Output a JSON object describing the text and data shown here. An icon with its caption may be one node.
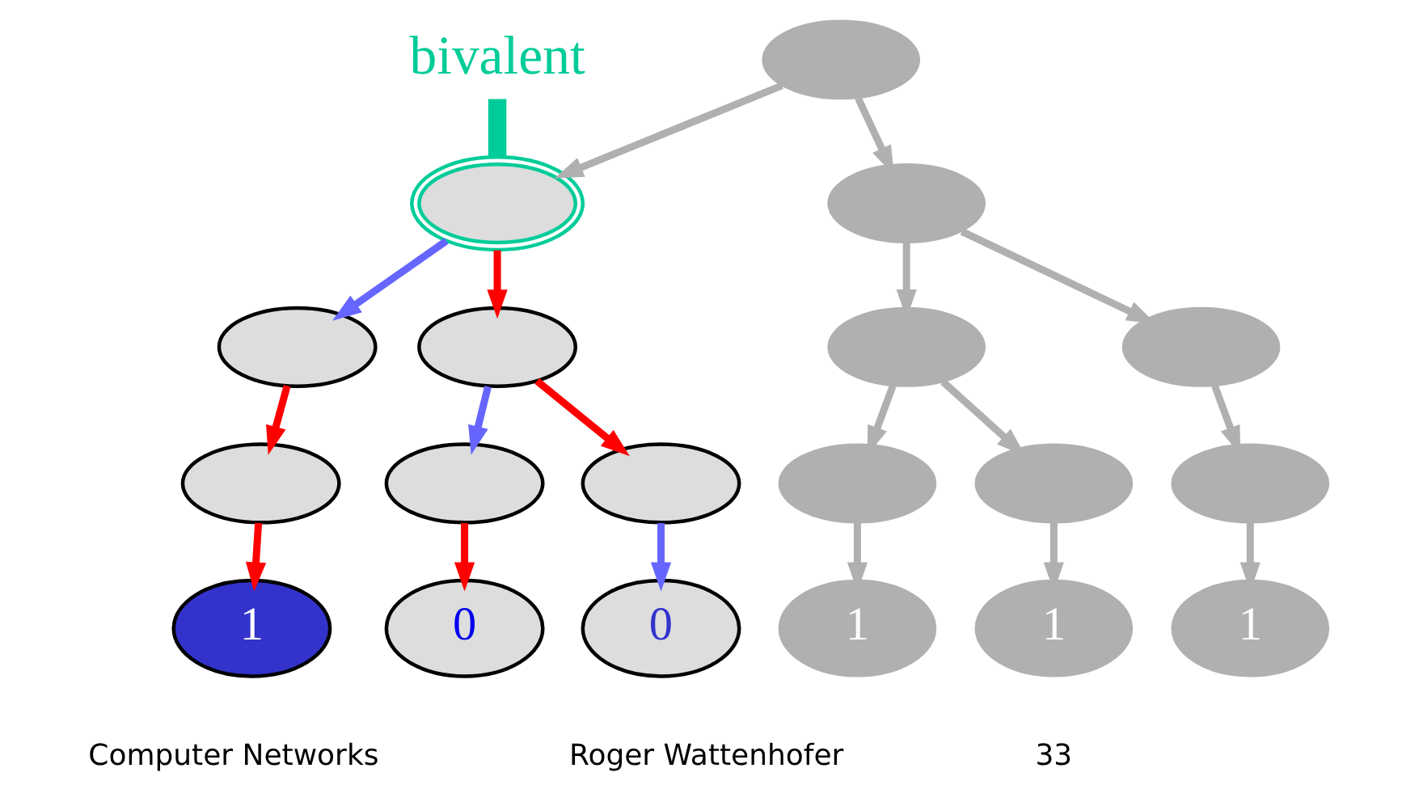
{
  "diagram": {
    "nodes": [
      {
        "text": [
          "bivalent"
        ]
      },
      {
        "text": [],
        "shape": "ellipse"
      },
      {
        "text": [],
        "shape": "ellipse"
      },
      {
        "text": [],
        "shape": "ellipse"
      },
      {
        "text": [],
        "shape": "ellipse"
      },
      {
        "text": [],
        "shape": "ellipse"
      },
      {
        "text": [],
        "shape": "ellipse"
      },
      {
        "text": [],
        "shape": "ellipse"
      },
      {
        "text": [],
        "shape": "ellipse"
      },
      {
        "text": [],
        "shape": "ellipse"
      },
      {
        "text": [],
        "shape": "ellipse"
      },
      {
        "text": [],
        "shape": "ellipse"
      },
      {
        "text": [],
        "shape": "ellipse"
      },
      {
        "text": [],
        "shape": "ellipse"
      },
      {
        "text": [
          "1"
        ]
      },
      {
        "text": [
          "0"
        ]
      },
      {
        "text": [
          "0"
        ]
      },
      {
        "text": [
          "1"
        ]
      },
      {
        "text": [
          "1"
        ]
      },
      {
        "text": [
          "1"
        ]
      }
    ],
    "edges": [
      {
        "from": 0,
        "to": 2,
        "arrow": "none",
        "style": "thick",
        "color": "#00cc99"
      },
      {
        "from": 1,
        "to": 2,
        "arrow": "to",
        "color": "#b0b0b0"
      },
      {
        "from": 1,
        "to": 3,
        "arrow": "to",
        "color": "#b0b0b0"
      },
      {
        "from": 2,
        "to": 4,
        "arrow": "to",
        "color": "#6666ff"
      },
      {
        "from": 2,
        "to": 5,
        "arrow": "to",
        "color": "#ff0000"
      },
      {
        "from": 3,
        "to": 6,
        "arrow": "to",
        "color": "#b0b0b0"
      },
      {
        "from": 3,
        "to": 7,
        "arrow": "to",
        "color": "#b0b0b0"
      },
      {
        "from": 4,
        "to": 8,
        "arrow": "to",
        "color": "#ff0000"
      },
      {
        "from": 5,
        "to": 9,
        "arrow": "to",
        "color": "#6666ff"
      },
      {
        "from": 5,
        "to": 10,
        "arrow": "to",
        "color": "#ff0000"
      },
      {
        "from": 6,
        "to": 11,
        "arrow": "to",
        "color": "#b0b0b0"
      },
      {
        "from": 6,
        "to": 12,
        "arrow": "to",
        "color": "#b0b0b0"
      },
      {
        "from": 7,
        "to": 13,
        "arrow": "to",
        "color": "#b0b0b0"
      },
      {
        "from": 8,
        "to": 14,
        "arrow": "to",
        "color": "#ff0000"
      },
      {
        "from": 9,
        "to": 15,
        "arrow": "to",
        "color": "#ff0000"
      },
      {
        "from": 10,
        "to": 16,
        "arrow": "to",
        "color": "#6666ff"
      },
      {
        "from": 11,
        "to": 17,
        "arrow": "to",
        "color": "#b0b0b0"
      },
      {
        "from": 12,
        "to": 18,
        "arrow": "to",
        "color": "#b0b0b0"
      },
      {
        "from": 13,
        "to": 19,
        "arrow": "to",
        "color": "#b0b0b0"
      }
    ],
    "labels": [
      "Computer Networks",
      "Roger Wattenhofer",
      "33"
    ]
  }
}
